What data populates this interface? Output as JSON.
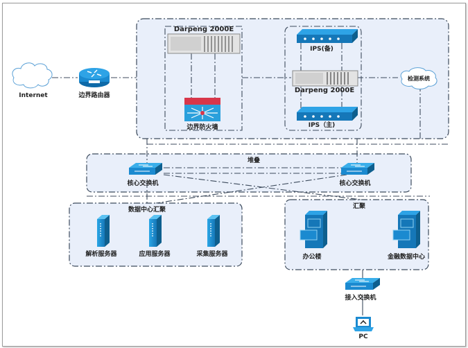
{
  "diagram": {
    "nodes": {
      "internet": "Internet",
      "border_router": "边界路由器",
      "darpeng_1": "Darpeng 2000E",
      "firewall": "边界防火墙",
      "ips_backup": "IPS(备)",
      "darpeng_2": "Darpeng 2000E",
      "ips_main": "IPS（主)",
      "detection_system": "检测系统",
      "stack_label": "堆叠",
      "core_switch_left": "核心交换机",
      "core_switch_right": "核心交换机",
      "dc_aggregation": "数据中心汇聚",
      "parse_server": "解析服务器",
      "app_server": "应用服务器",
      "collect_server": "采集服务器",
      "aggregation": "汇聚",
      "office_building": "办公楼",
      "finance_dc": "金融数据中心",
      "access_switch": "接入交换机",
      "pc": "PC"
    },
    "colors": {
      "zone_fill": "#e8eefa",
      "zone_border": "#3c4a5c",
      "device_blue": "#1b8ad0",
      "device_dark": "#0e5f8e",
      "firewall_red": "#d8364a"
    }
  }
}
